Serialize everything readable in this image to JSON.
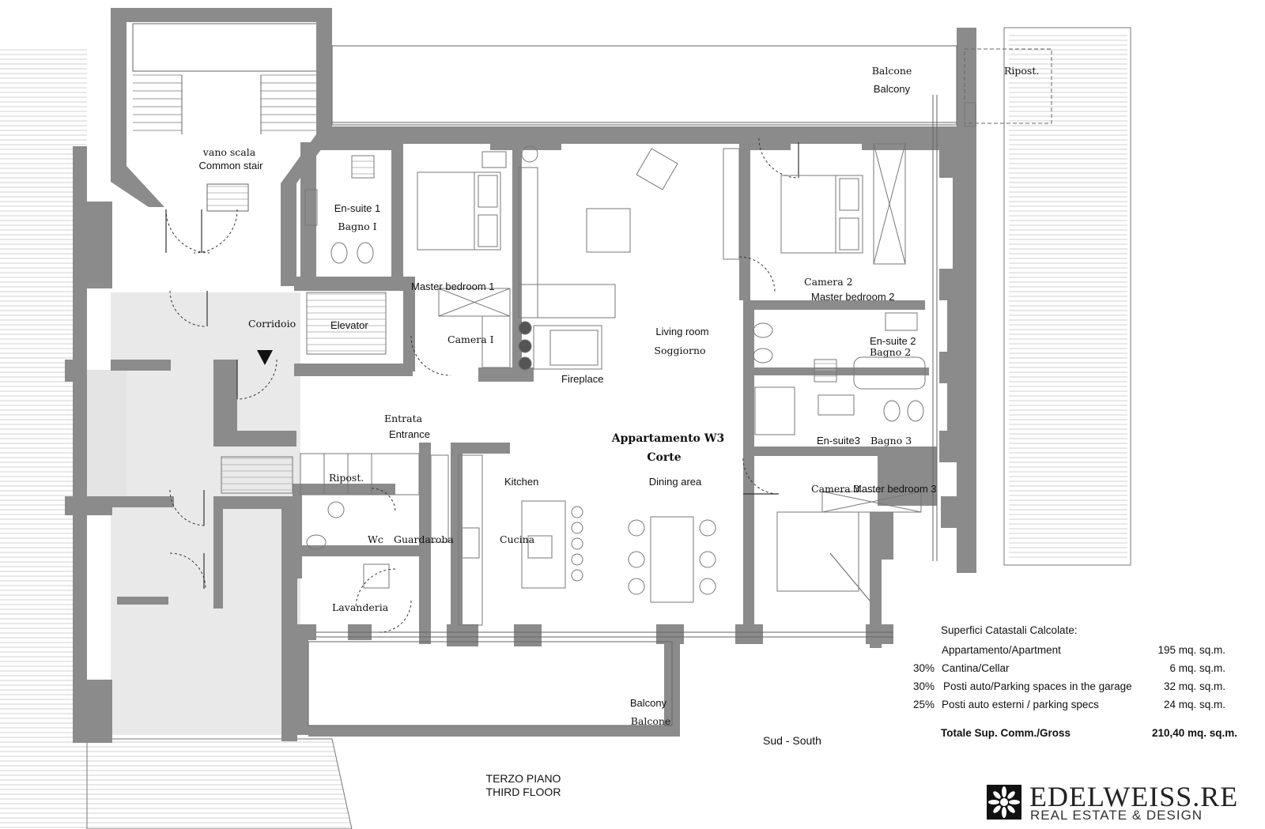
{
  "rooms": {
    "stair_it": "vano scala",
    "stair_en": "Common stair",
    "ensuite1_en": "En-suite 1",
    "ensuite1_it": "Bagno I",
    "master1": "Master bedroom 1",
    "camera1": "Camera I",
    "corridoio": "Corridoio",
    "elevator": "Elevator",
    "living_en": "Living room",
    "living_it": "Soggiorno",
    "fireplace": "Fireplace",
    "camera2": "Camera 2",
    "master2": "Master bedroom 2",
    "ensuite2_en": "En-suite 2",
    "ensuite2_it": "Bagno 2",
    "ensuite3_en": "En-suite3",
    "ensuite3_it": "Bagno 3",
    "camera3": "Camera 3",
    "master3": "Master bedroom 3",
    "entrata": "Entrata",
    "entrance": "Entrance",
    "ripost_inner": "Ripost.",
    "kitchen": "Kitchen",
    "cucina": "Cucina",
    "wc": "Wc",
    "guardaroba": "Guardaroba",
    "lavanderia": "Lavanderia",
    "dining": "Dining area",
    "apt_name": "Appartamento W3",
    "apt_sub": "Corte",
    "balcone_top_it": "Balcone",
    "balcony_top_en": "Balcony",
    "ripost_top": "Ripost.",
    "balcony_bottom_en": "Balcony",
    "balcone_bottom_it": "Balcone",
    "orientation": "Sud - South"
  },
  "areas": {
    "heading": "Superfici Catastali Calcolate:",
    "rows": [
      {
        "pct": "",
        "label": "Appartamento/Apartment",
        "value": "195 mq. sq.m."
      },
      {
        "pct": "30%",
        "label": "Cantina/Cellar",
        "value": "6 mq. sq.m."
      },
      {
        "pct": "30%",
        "label": "Posti auto/Parking spaces in the garage",
        "value": "32 mq. sq.m."
      },
      {
        "pct": "25%",
        "label": "Posti auto esterni / parking specs",
        "value": "24 mq. sq.m."
      }
    ],
    "total_label": "Totale Sup. Comm./Gross",
    "total_value": "210,40 mq. sq.m."
  },
  "floor": {
    "it": "TERZO PIANO",
    "en": "THIRD FLOOR"
  },
  "brand": {
    "name": "EDELWEISS.RE",
    "tagline": "REAL ESTATE & DESIGN"
  },
  "colors": {
    "wall": "#8a8a8a",
    "wall_dark": "#6f6f6f",
    "corridor": "#e8e8e8",
    "line": "#555555"
  }
}
